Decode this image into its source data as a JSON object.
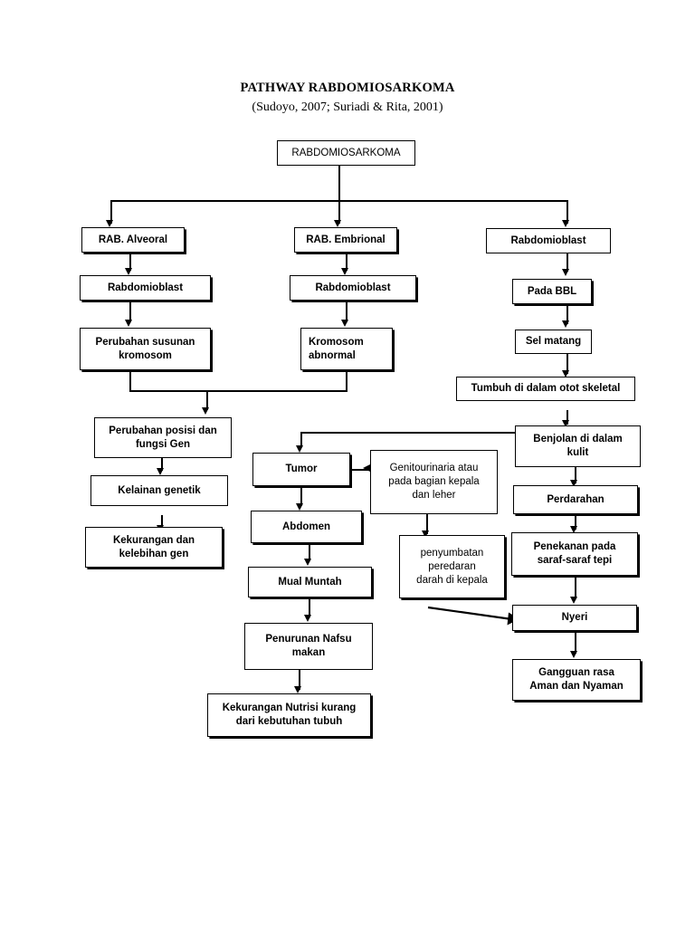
{
  "document": {
    "title": "PATHWAY RABDOMIOSARKOMA",
    "subtitle": "(Sudoyo, 2007; Suriadi & Rita, 2001)"
  },
  "diagram": {
    "type": "flowchart",
    "nodes": {
      "root": "RABDOMIOSARKOMA",
      "branch_alveoral": "RAB. Alveoral",
      "branch_embrional": "RAB. Embrional",
      "branch_rabdomioblast": "Rabdomioblast",
      "alv_rabdomioblast": "Rabdomioblast",
      "alv_perubahan_susunan": "Perubahan susunan\nkromosom",
      "emb_rabdomioblast": "Rabdomioblast",
      "emb_kromosom_abnormal": "Kromosom\nabnormal",
      "pada_bbl": "Pada BBL",
      "sel_matang": "Sel matang",
      "tumbuh_otot": "Tumbuh di dalam otot skeletal",
      "perubahan_posisi": "Perubahan posisi dan\nfungsi Gen",
      "kelainan_genetik": "Kelainan genetik",
      "kekurangan_kelebihan_gen": "Kekurangan dan\nkelebihan gen",
      "tumor": "Tumor",
      "genitourinaria": "Genitourinaria atau\npada bagian kepala\ndan leher",
      "abdomen": "Abdomen",
      "penyumbatan": "penyumbatan\nperedaran\ndarah di kepala",
      "mual_muntah": "Mual Muntah",
      "penurunan_nafsu": "Penurunan Nafsu\nmakan",
      "kekurangan_nutrisi": "Kekurangan Nutrisi kurang\ndari kebutuhan tubuh",
      "benjolan_kulit": "Benjolan di dalam\nkulit",
      "perdarahan": "Perdarahan",
      "penekanan_saraf": "Penekanan pada\nsaraf-saraf tepi",
      "nyeri": "Nyeri",
      "gangguan_rasa": "Gangguan rasa\nAman dan Nyaman"
    },
    "colors": {
      "line": "#000000",
      "box_border": "#000000",
      "box_fill": "#ffffff",
      "text": "#000000",
      "page_background": "#ffffff"
    }
  }
}
